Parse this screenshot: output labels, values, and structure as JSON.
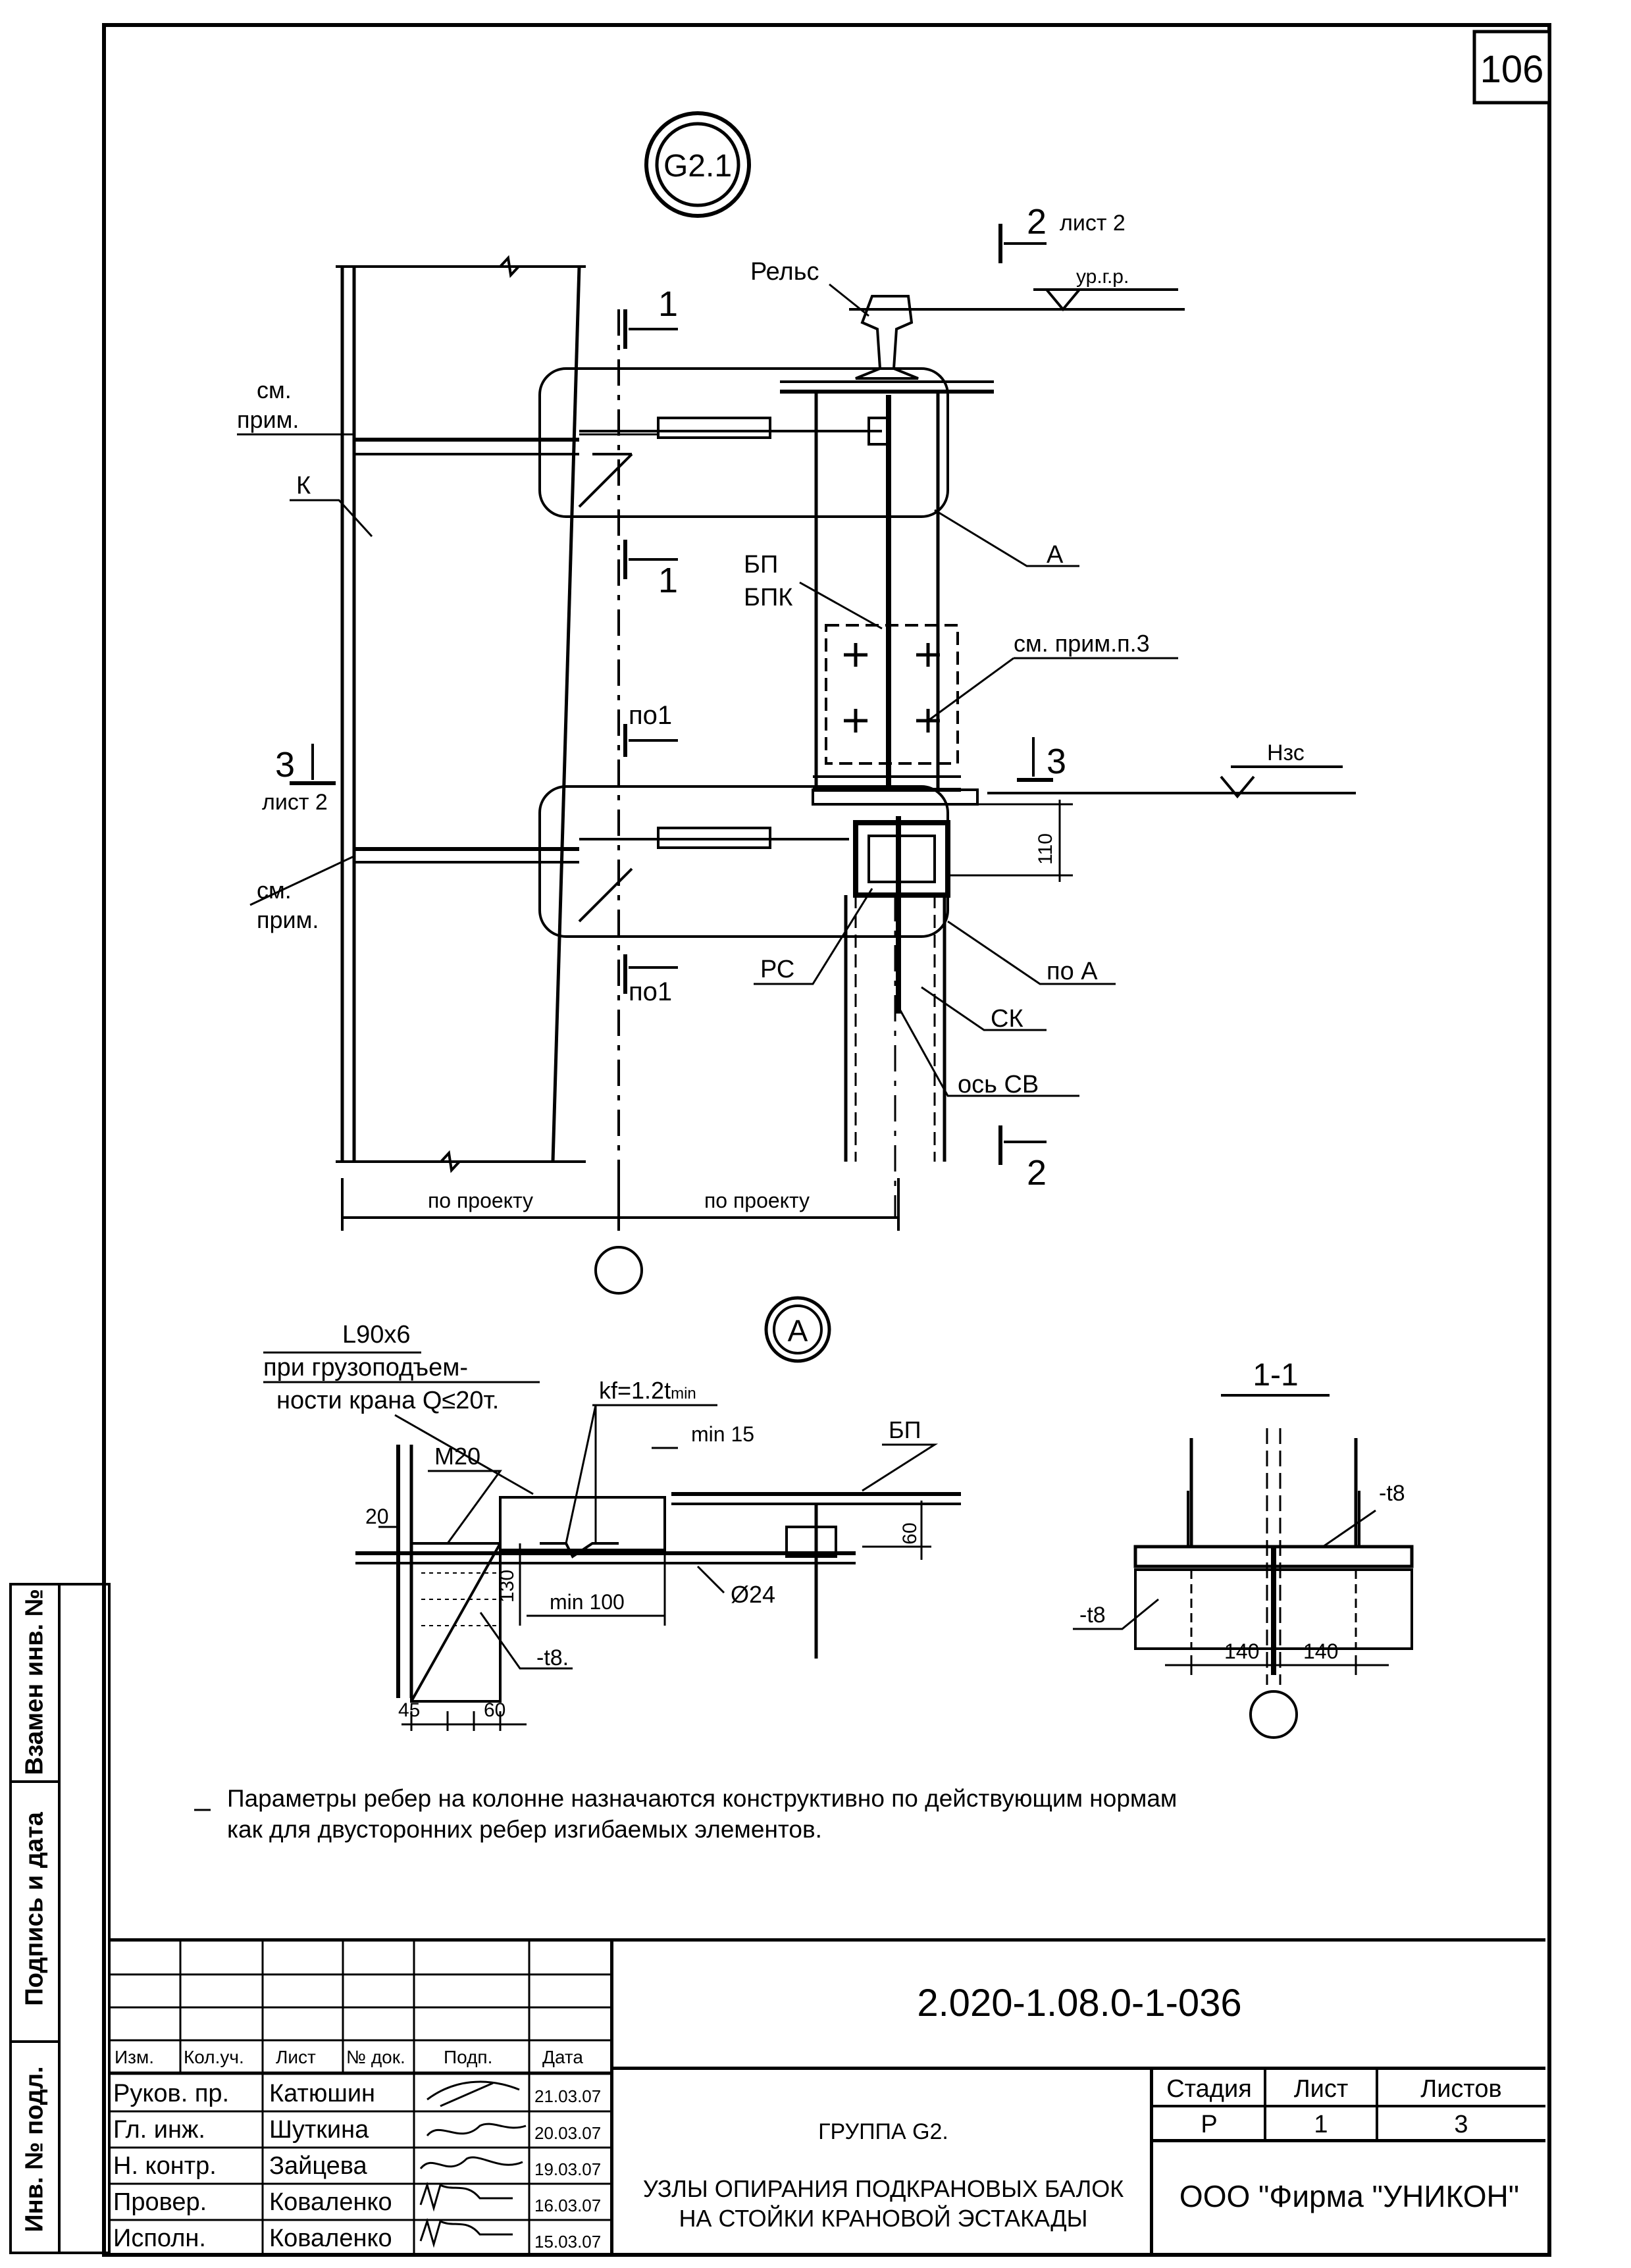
{
  "sheet_number": "106",
  "node_main": "G2.1",
  "node_detail": "A",
  "labels": {
    "rail": "Рельс",
    "rail_level": "ур.г.р.",
    "see_note_top": [
      "см.",
      "прим."
    ],
    "column_k": "К",
    "leader_a": "А",
    "bp_bpk": [
      "БП",
      "БПК"
    ],
    "see_note_p3": "см. прим.п.3",
    "see_note_bottom": [
      "см.",
      "прим."
    ],
    "hzs": "Hзс",
    "rs": "РС",
    "po_a": "по А",
    "sk": "СК",
    "axis_sv": "ось СВ",
    "by_project_left": "по проекту",
    "by_project_right": "по проекту",
    "dim_110": "110",
    "sec1_top": "1",
    "sec1_bottom": "1",
    "po1_top": "по1",
    "po1_bottom": "по1",
    "sec2_top": "2",
    "sec2_top_sheet": "лист 2",
    "sec2_bottom": "2",
    "sec3_left": "3",
    "sec3_left_sheet": "лист 2",
    "sec3_right": "3"
  },
  "detail_a": {
    "angle": "L90x6",
    "angle_note": [
      "при грузоподъем-",
      "ности крана Q≤20т."
    ],
    "weld": "kf=1.2t",
    "weld_sub": "min",
    "min15": "min 15",
    "bp": "БП",
    "bolt": "M20",
    "dim_20": "20",
    "dim_60_right": "60",
    "dim_130": "130",
    "min100": "min 100",
    "dia24": "Ø24",
    "t8": "-t8.",
    "dim_45": "45",
    "dim_60": "60"
  },
  "section_1_1": {
    "title": "1-1",
    "t8_right": "-t8",
    "t8_left": "-t8",
    "dim_140_left": "140",
    "dim_140_right": "140"
  },
  "note": [
    "Параметры ребер на колонне назначаются конструктивно по действующим нормам",
    "как для двусторонних ребер изгибаемых элементов."
  ],
  "side_stamp": {
    "replace": "Взамен инв. №",
    "sign_date": "Подпись и дата",
    "inv_orig": "Инв. № подл."
  },
  "title_block": {
    "doc_code": "2.020-1.08.0-1-036",
    "header": [
      "Изм.",
      "Кол.уч.",
      "Лист",
      "№ док.",
      "Подп.",
      "Дата"
    ],
    "people": [
      {
        "role": "Руков. пр.",
        "name": "Катюшин",
        "date": "21.03.07"
      },
      {
        "role": "Гл. инж.",
        "name": "Шуткина",
        "date": "20.03.07"
      },
      {
        "role": "Н. контр.",
        "name": "Зайцева",
        "date": "19.03.07"
      },
      {
        "role": "Провер.",
        "name": "Коваленко",
        "date": "16.03.07"
      },
      {
        "role": "Исполн.",
        "name": "Коваленко",
        "date": "15.03.07"
      }
    ],
    "group": "ГРУППА G2.",
    "title_lines": [
      "УЗЛЫ ОПИРАНИЯ ПОДКРАНОВЫХ БАЛОК",
      "НА СТОЙКИ КРАНОВОЙ ЭСТАКАДЫ"
    ],
    "stage_label": "Стадия",
    "sheet_label": "Лист",
    "sheets_label": "Листов",
    "stage": "Р",
    "sheet": "1",
    "sheets": "3",
    "company": "ООО  \"Фирма \"УНИКОН\""
  }
}
